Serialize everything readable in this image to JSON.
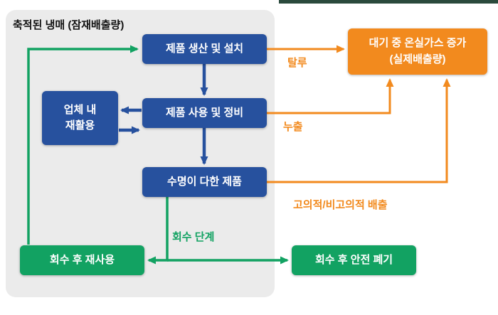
{
  "title": "축적된 냉매 (잠재배출량)",
  "colors": {
    "blue": "#27519e",
    "orange": "#f28a1e",
    "green": "#12a262",
    "container_bg": "#ebebeb",
    "top_bar": "#2a4a3c"
  },
  "nodes": {
    "production": {
      "label": "제품 생산 및 설치"
    },
    "use": {
      "label": "제품 사용 및 정비"
    },
    "recycle": {
      "line1": "업체 내",
      "line2": "재활용"
    },
    "eol": {
      "label": "수명이 다한 제품"
    },
    "atmosphere": {
      "line1": "대기 중 온실가스 증가",
      "line2": "(실제배출량)"
    },
    "reuse": {
      "label": "회수 후 재사용"
    },
    "disposal": {
      "label": "회수 후 안전 폐기"
    }
  },
  "edge_labels": {
    "fugitive": "탈루",
    "leak": "누출",
    "intentional": "고의적/비고의적 배출",
    "recovery": "회수 단계"
  }
}
